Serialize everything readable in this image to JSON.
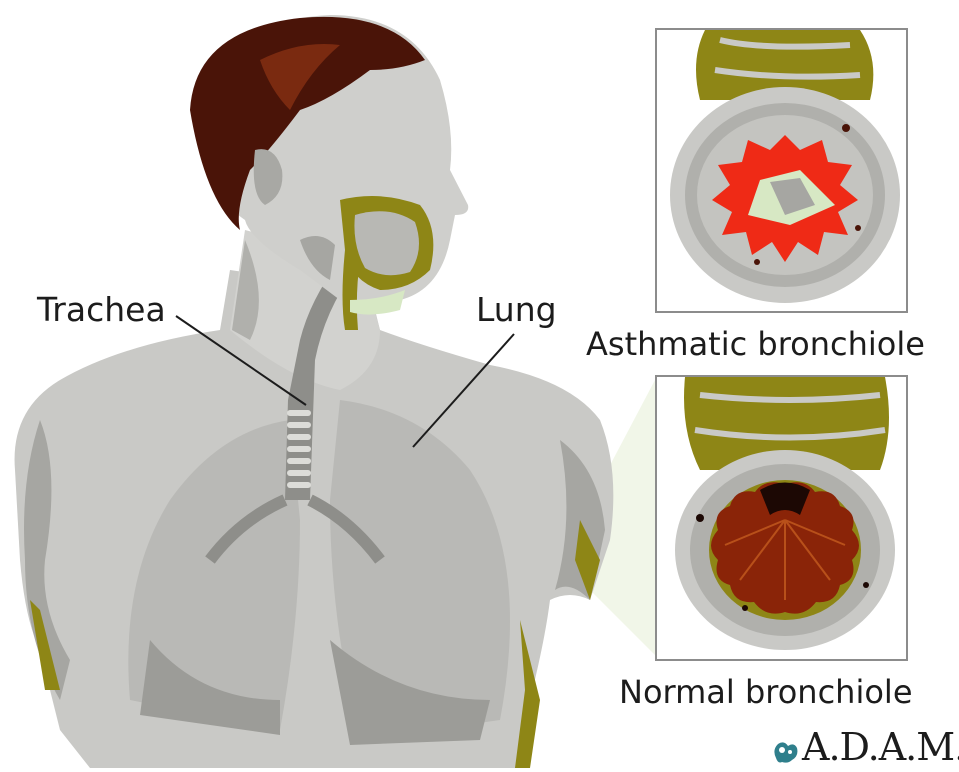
{
  "labels": {
    "trachea": "Trachea",
    "lung": "Lung",
    "asthmatic": "Asthmatic bronchiole",
    "normal": "Normal bronchiole"
  },
  "logo": {
    "text": "A.D.A.M."
  },
  "colors": {
    "skin": "#c9c9c6",
    "skin_shadow": "#a6a6a2",
    "hair": "#4a1408",
    "olive": "#8e8616",
    "inflamed": "#ef2a16",
    "mucus": "#d7e8c4",
    "airway": "#8a2408",
    "panel_border": "#8c8c8c"
  }
}
